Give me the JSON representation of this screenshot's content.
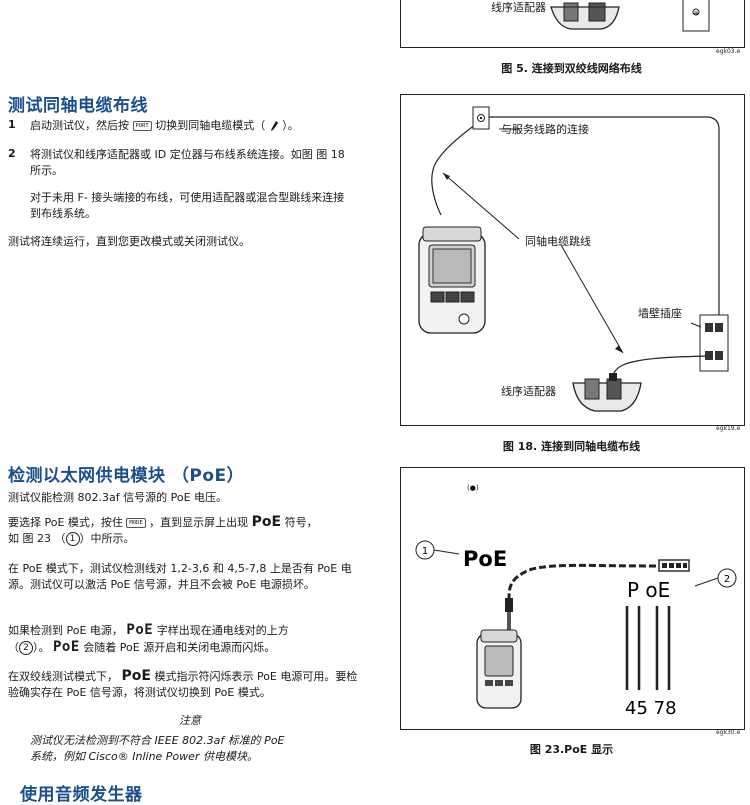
{
  "fig5": {
    "label": "线序适配器",
    "id": "egk03.e",
    "caption": "图 5. 连接到双绞线网络布线"
  },
  "coax_section": {
    "heading": "测试同轴电缆布线",
    "step1_num": "1",
    "step1_text_a": "启动测试仪，然后按",
    "step1_key": "PORT",
    "step1_text_b": "切换到同轴电缆模式（",
    "step1_text_c": "）。",
    "step2_num": "2",
    "step2_text": "将测试仪和线序适配器或 ID 定位器与布线系统连接。如图 图 18 所示。",
    "step2_note": "对于未用 F- 接头端接的布线，可使用适配器或混合型跳线来连接到布线系统。",
    "run_text": "测试将连续运行，直到您更改模式或关闭测试仪。"
  },
  "fig18": {
    "label_service": "与服务线路的连接",
    "label_coax": "同轴电缆跳线",
    "label_wall": "墙壁插座",
    "label_adapter": "线序适配器",
    "id": "egk19.e",
    "caption": "图 18. 连接到同轴电缆布线"
  },
  "poe_section": {
    "heading": "检测以太网供电模块 （PoE）",
    "intro": "测试仪能检测 802.3af 信号源的 PoE 电压。",
    "select_a": "要选择 PoE 模式，按住",
    "select_key": "MODE",
    "select_b": "，直到显示屏上出现",
    "select_poe": "PoE",
    "select_c": "符号，",
    "select_d": "如 图 23 （",
    "select_circle": "1",
    "select_e": "）中所示。",
    "mode_text": "在 PoE 模式下，测试仪检测线对 1,2-3,6 和 4,5-7,8 上是否有 PoE 电源。测试仪可以激活 PoE 信号源，并且不会被 PoE 电源损坏。",
    "detect_a": "如果检测到 PoE 电源，",
    "detect_glyph1": "PoE",
    "detect_b": "字样出现在通电线对的上方",
    "detect_c": "（",
    "detect_circle": "2",
    "detect_d": "）。",
    "detect_glyph2": "PoE",
    "detect_e": "会随着 PoE 源开启和关闭电源而闪烁。",
    "twisted_a": "在双绞线测试模式下，",
    "twisted_poe": "PoE",
    "twisted_b": "模式指示符闪烁表示 PoE 电源可用。要检验确实存在 PoE 信号源，将测试仪切换到 PoE 模式。",
    "note_title": "注意",
    "note_text_1": "测试仪无法检测到不符合 IEEE 802.3af 标准的 PoE",
    "note_text_2": "系统，例如 Cisco® Inline Power 供电模块。"
  },
  "fig23": {
    "top_icon": "(●)",
    "poe_text": "PoE",
    "callout1": "1",
    "callout2": "2",
    "seg_poe": "P oE",
    "seg_pairs": "45 78",
    "id": "egk30.e",
    "caption": "图 23.PoE 显示"
  },
  "audio_section": {
    "heading": "使用音频发生器"
  }
}
